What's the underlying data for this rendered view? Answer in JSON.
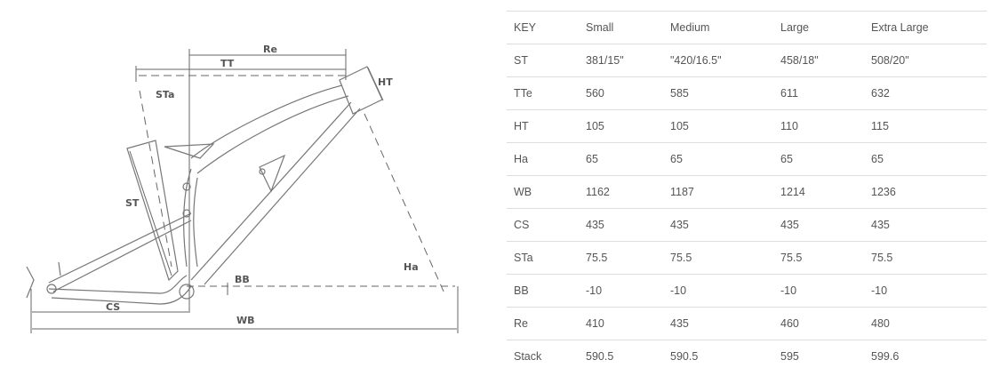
{
  "diagram": {
    "labels": {
      "re": "Re",
      "tt": "TT",
      "ht": "HT",
      "sta": "STa",
      "st": "ST",
      "ha": "Ha",
      "bb": "BB",
      "cs": "CS",
      "wb": "WB"
    }
  },
  "table": {
    "headers": [
      "KEY",
      "Small",
      "Medium",
      "Large",
      "Extra Large"
    ],
    "rows": [
      [
        "ST",
        "381/15\"",
        "\"420/16.5\"",
        "458/18\"",
        "508/20\""
      ],
      [
        "TTe",
        "560",
        "585",
        "611",
        "632"
      ],
      [
        "HT",
        "105",
        "105",
        "110",
        "115"
      ],
      [
        "Ha",
        "65",
        "65",
        "65",
        "65"
      ],
      [
        "WB",
        "1162",
        "1187",
        "1214",
        "1236"
      ],
      [
        "CS",
        "435",
        "435",
        "435",
        "435"
      ],
      [
        "STa",
        "75.5",
        "75.5",
        "75.5",
        "75.5"
      ],
      [
        "BB",
        "-10",
        "-10",
        "-10",
        "-10"
      ],
      [
        "Re",
        "410",
        "435",
        "460",
        "480"
      ],
      [
        "Stack",
        "590.5",
        "590.5",
        "595",
        "599.6"
      ]
    ]
  }
}
